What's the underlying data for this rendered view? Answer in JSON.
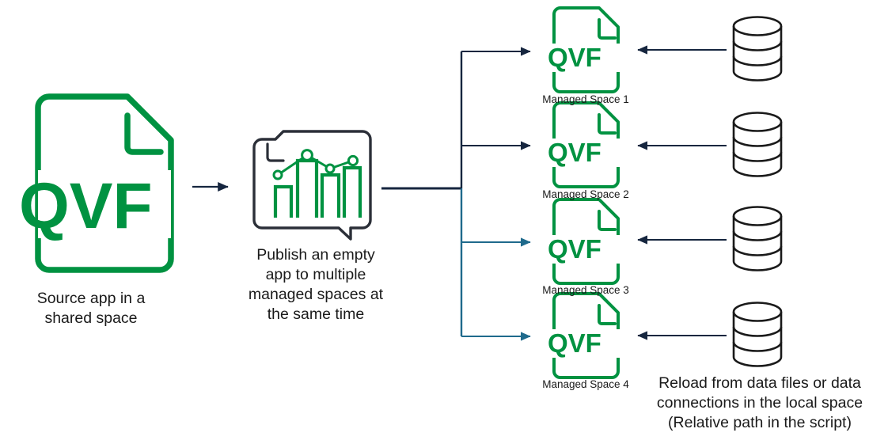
{
  "diagram": {
    "title": "Qlik QVF publish to managed spaces flow",
    "colors": {
      "qvf_green": "#009241",
      "arrow_navy": "#16263f",
      "arrow_teal": "#1f6a8c",
      "outline_dark": "#2b2f38",
      "text": "#1a1a1a",
      "background": "#ffffff"
    }
  },
  "source": {
    "icon_label": "QVF",
    "caption": "Source app in a\nshared space",
    "icon_name": "qvf-document-icon"
  },
  "publish": {
    "caption": "Publish an empty\napp to multiple\nmanaged spaces at\nthe same time",
    "icon_name": "chart-speech-bubble-icon",
    "chart": {
      "bars": [
        38,
        72,
        55,
        66
      ],
      "line_points": [
        22,
        70,
        44,
        58
      ]
    }
  },
  "targets": [
    {
      "icon_label": "QVF",
      "label": "Managed Space 1",
      "source_name": "database-cylinder-icon"
    },
    {
      "icon_label": "QVF",
      "label": "Managed Space 2",
      "source_name": "database-cylinder-icon"
    },
    {
      "icon_label": "QVF",
      "label": "Managed Space 3",
      "source_name": "database-cylinder-icon"
    },
    {
      "icon_label": "QVF",
      "label": "Managed Space 4",
      "source_name": "database-cylinder-icon"
    }
  ],
  "reload": {
    "caption": "Reload from data files or data\nconnections in the local space\n(Relative path in the script)"
  }
}
